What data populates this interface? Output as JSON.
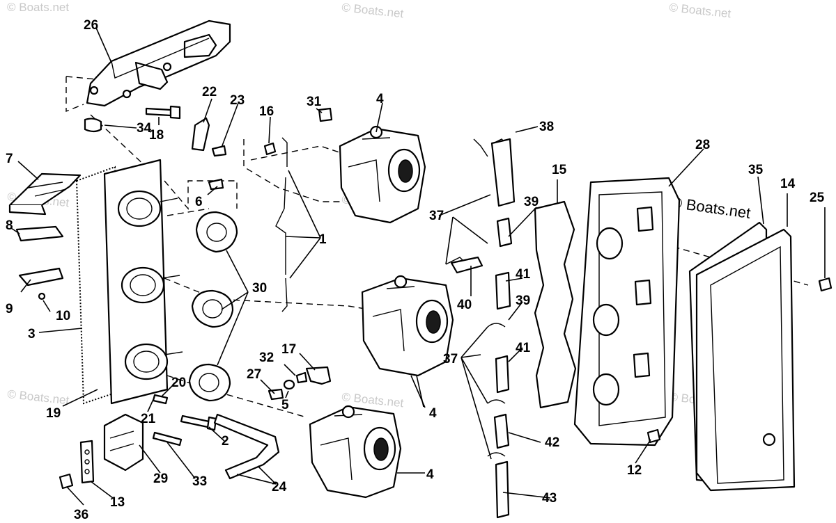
{
  "watermark": {
    "text": "© Boats.net"
  },
  "callouts": [
    {
      "id": "c1",
      "text": "1"
    },
    {
      "id": "c2",
      "text": "2"
    },
    {
      "id": "c3",
      "text": "3"
    },
    {
      "id": "c4a",
      "text": "4"
    },
    {
      "id": "c4b",
      "text": "4"
    },
    {
      "id": "c4c",
      "text": "4"
    },
    {
      "id": "c5",
      "text": "5"
    },
    {
      "id": "c6",
      "text": "6"
    },
    {
      "id": "c7",
      "text": "7"
    },
    {
      "id": "c8",
      "text": "8"
    },
    {
      "id": "c9",
      "text": "9"
    },
    {
      "id": "c10",
      "text": "10"
    },
    {
      "id": "c12",
      "text": "12"
    },
    {
      "id": "c13",
      "text": "13"
    },
    {
      "id": "c14",
      "text": "14"
    },
    {
      "id": "c15",
      "text": "15"
    },
    {
      "id": "c16",
      "text": "16"
    },
    {
      "id": "c17",
      "text": "17"
    },
    {
      "id": "c18",
      "text": "18"
    },
    {
      "id": "c19",
      "text": "19"
    },
    {
      "id": "c20",
      "text": "20"
    },
    {
      "id": "c21",
      "text": "21"
    },
    {
      "id": "c22",
      "text": "22"
    },
    {
      "id": "c23",
      "text": "23"
    },
    {
      "id": "c24",
      "text": "24"
    },
    {
      "id": "c25",
      "text": "25"
    },
    {
      "id": "c26",
      "text": "26"
    },
    {
      "id": "c27",
      "text": "27"
    },
    {
      "id": "c28",
      "text": "28"
    },
    {
      "id": "c29",
      "text": "29"
    },
    {
      "id": "c30",
      "text": "30"
    },
    {
      "id": "c31",
      "text": "31"
    },
    {
      "id": "c32",
      "text": "32"
    },
    {
      "id": "c33",
      "text": "33"
    },
    {
      "id": "c34",
      "text": "34"
    },
    {
      "id": "c35",
      "text": "35"
    },
    {
      "id": "c36",
      "text": "36"
    },
    {
      "id": "c37a",
      "text": "37"
    },
    {
      "id": "c37b",
      "text": "37"
    },
    {
      "id": "c38",
      "text": "38"
    },
    {
      "id": "c39a",
      "text": "39"
    },
    {
      "id": "c39b",
      "text": "39"
    },
    {
      "id": "c40",
      "text": "40"
    },
    {
      "id": "c41a",
      "text": "41"
    },
    {
      "id": "c41b",
      "text": "41"
    },
    {
      "id": "c42",
      "text": "42"
    },
    {
      "id": "c43",
      "text": "43"
    }
  ]
}
